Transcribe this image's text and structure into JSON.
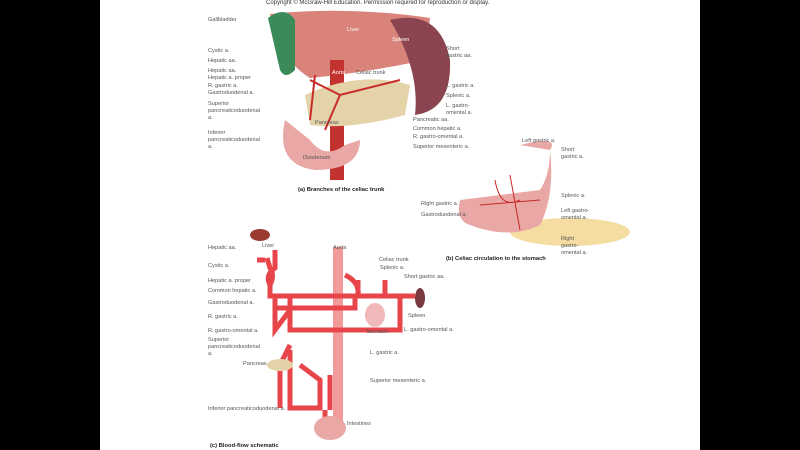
{
  "copyright": "Copyright © McGraw-Hill Education. Permission required for reproduction or display.",
  "panel_a": {
    "caption": "(a) Branches of the celiac trunk",
    "organs": {
      "liver": "Liver",
      "spleen": "Spleen",
      "aorta": "Aorta",
      "pancreas": "Pancreas",
      "duodenum": "Duodenum"
    },
    "left_labels": [
      "Gallbladder",
      "Cystic a.",
      "Hepatic aa.",
      "Hepatic aa.",
      "Hepatic a. proper",
      "R. gastric a.",
      "Gastroduodenal a.",
      "Superior pancreaticoduodenal a.",
      "Inferior pancreaticoduodenal a."
    ],
    "celiac_trunk": "Celiac trunk",
    "right_labels": [
      "Short gastric aa.",
      "L. gastric a.",
      "Splenic a.",
      "L. gastro-omental a.",
      "Pancreatic aa.",
      "Common hepatic a.",
      "R. gastro-omental a.",
      "Superior mesenteric a."
    ]
  },
  "panel_b": {
    "caption": "(b) Celiac circulation to the stomach",
    "labels": [
      "Left gastric a.",
      "Short gastric a.",
      "Splenic a.",
      "Left gastro-omental a.",
      "Right gastro-omental a.",
      "Right gastric a.",
      "Gastroduodenal a."
    ]
  },
  "panel_c": {
    "caption": "(c) Blood-flow schematic",
    "organs": {
      "liver": "Liver",
      "aorta": "Aorta",
      "spleen": "Spleen",
      "stomach": "Stomach",
      "pancreas": "Pancreas",
      "intestines": "Intestines"
    },
    "left_labels": [
      "Hepatic aa.",
      "Cystic a.",
      "Hepatic a. proper",
      "Common hepatic a.",
      "Gastroduodenal a.",
      "R. gastric a.",
      "R. gastro-omental a.",
      "Superior pancreaticoduodenal a.",
      "Inferior pancreaticoduodenal a."
    ],
    "right_labels": [
      "Celiac trunk",
      "Splenic a.",
      "Short gastric aa.",
      "L. gastro-omental a.",
      "L. gastric a.",
      "Superior mesenteric a."
    ]
  },
  "colors": {
    "artery": "#e8454b",
    "aorta": "#f07a7a",
    "organ": "#e9a7a5",
    "pancreas": "#e4d3a8"
  }
}
